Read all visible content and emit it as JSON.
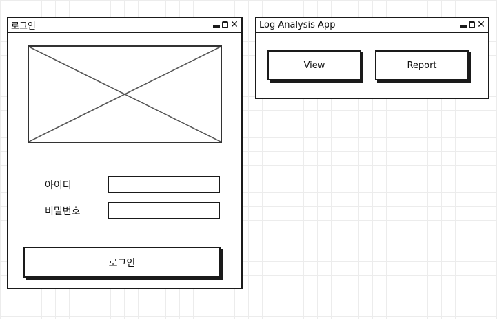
{
  "login_window": {
    "title": "로그인",
    "controls": {
      "minimize_icon": "minimize-icon",
      "maximize_icon": "maximize-icon",
      "close_glyph": "✕"
    },
    "image_placeholder": "image-placeholder-icon",
    "id_label": "아이디",
    "id_value": "",
    "password_label": "비밀번호",
    "password_value": "",
    "login_button": "로그인"
  },
  "app_window": {
    "title": "Log Analysis App",
    "controls": {
      "minimize_icon": "minimize-icon",
      "maximize_icon": "maximize-icon",
      "close_glyph": "✕"
    },
    "view_button": "View",
    "report_button": "Report"
  }
}
